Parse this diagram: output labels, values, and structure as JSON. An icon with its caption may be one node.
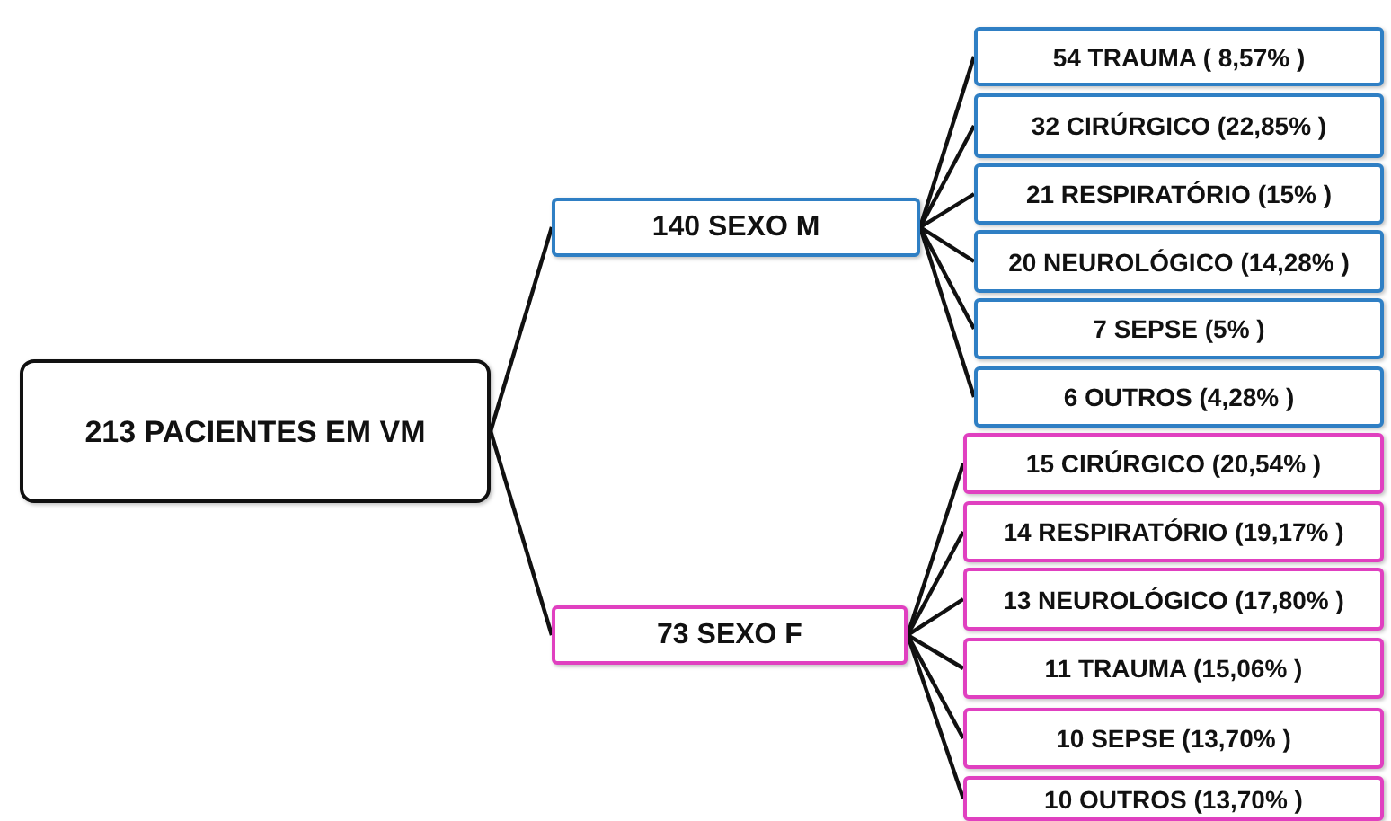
{
  "diagram": {
    "nodes": [
      {
        "text": [
          "213 PACIENTES EM VM"
        ]
      },
      {
        "text": [
          "140 SEXO M"
        ]
      },
      {
        "text": [
          "54 TRAUMA ( 8,57% )"
        ]
      },
      {
        "text": [
          "32 CIRÚRGICO (22,85% )"
        ]
      },
      {
        "text": [
          "21 RESPIRATÓRIO (15% )"
        ]
      },
      {
        "text": [
          "20 NEUROLÓGICO (14,28% )"
        ]
      },
      {
        "text": [
          "7 SEPSE (5% )"
        ]
      },
      {
        "text": [
          "6 OUTROS (4,28% )"
        ]
      },
      {
        "text": [
          "73 SEXO F"
        ]
      },
      {
        "text": [
          "15  CIRÚRGICO (20,54% )"
        ]
      },
      {
        "text": [
          "14 RESPIRATÓRIO (19,17% )"
        ]
      },
      {
        "text": [
          "13 NEUROLÓGICO (17,80% )"
        ]
      },
      {
        "text": [
          "11 TRAUMA (15,06% )"
        ]
      },
      {
        "text": [
          "10 SEPSE (13,70% )"
        ]
      },
      {
        "text": [
          "10  OUTROS (13,70% )"
        ]
      }
    ],
    "edges": [
      {
        "from": 0,
        "to": 1,
        "arrow": "none"
      },
      {
        "from": 0,
        "to": 8,
        "arrow": "none"
      },
      {
        "from": 1,
        "to": 2,
        "arrow": "none"
      },
      {
        "from": 1,
        "to": 3,
        "arrow": "none"
      },
      {
        "from": 1,
        "to": 4,
        "arrow": "none"
      },
      {
        "from": 1,
        "to": 5,
        "arrow": "none"
      },
      {
        "from": 1,
        "to": 6,
        "arrow": "none"
      },
      {
        "from": 1,
        "to": 7,
        "arrow": "none"
      },
      {
        "from": 8,
        "to": 9,
        "arrow": "none"
      },
      {
        "from": 8,
        "to": 10,
        "arrow": "none"
      },
      {
        "from": 8,
        "to": 11,
        "arrow": "none"
      },
      {
        "from": 8,
        "to": 12,
        "arrow": "none"
      },
      {
        "from": 8,
        "to": 13,
        "arrow": "none"
      },
      {
        "from": 8,
        "to": 14,
        "arrow": "none"
      }
    ]
  }
}
